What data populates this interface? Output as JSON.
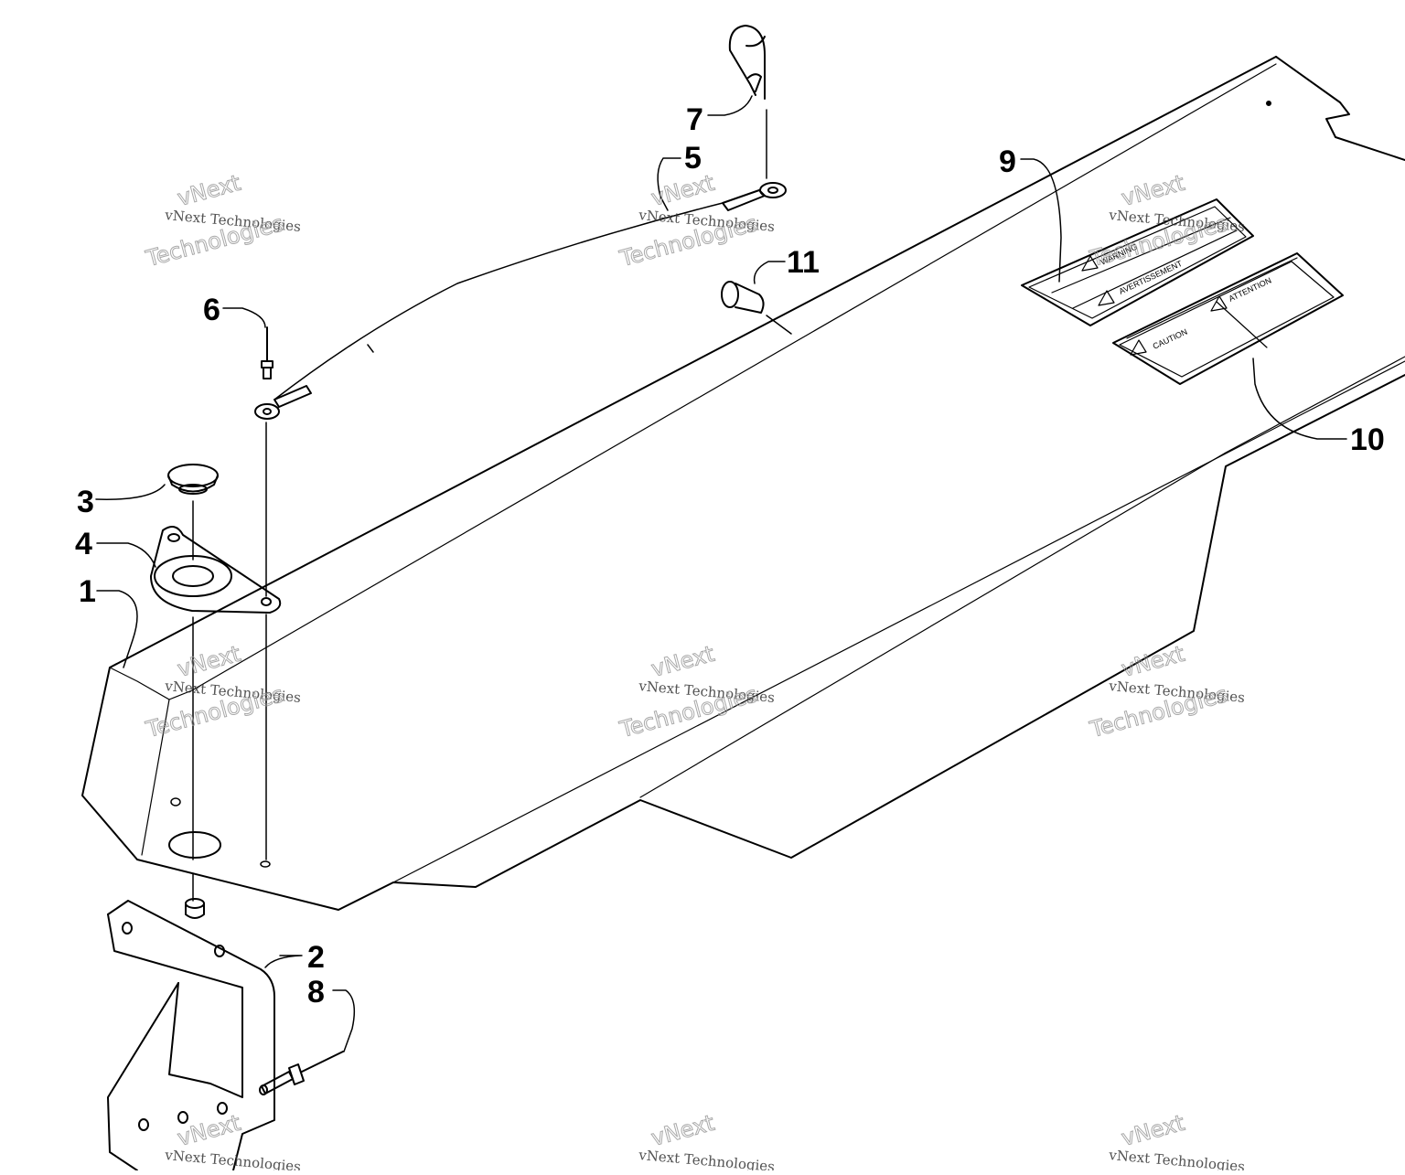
{
  "callouts": {
    "c1": "1",
    "c2": "2",
    "c3": "3",
    "c4": "4",
    "c5": "5",
    "c6": "6",
    "c7": "7",
    "c8": "8",
    "c9": "9",
    "c10": "10",
    "c11": "11"
  },
  "decals": {
    "warning_top": "WARNING",
    "warning_bottom": "AVERTISSEMENT",
    "caution_left": "CAUTION",
    "caution_right": "ATTENTION"
  },
  "watermark": {
    "line1": "vNext Technologies",
    "line2a": "vNext",
    "line2b": "Technologies"
  }
}
